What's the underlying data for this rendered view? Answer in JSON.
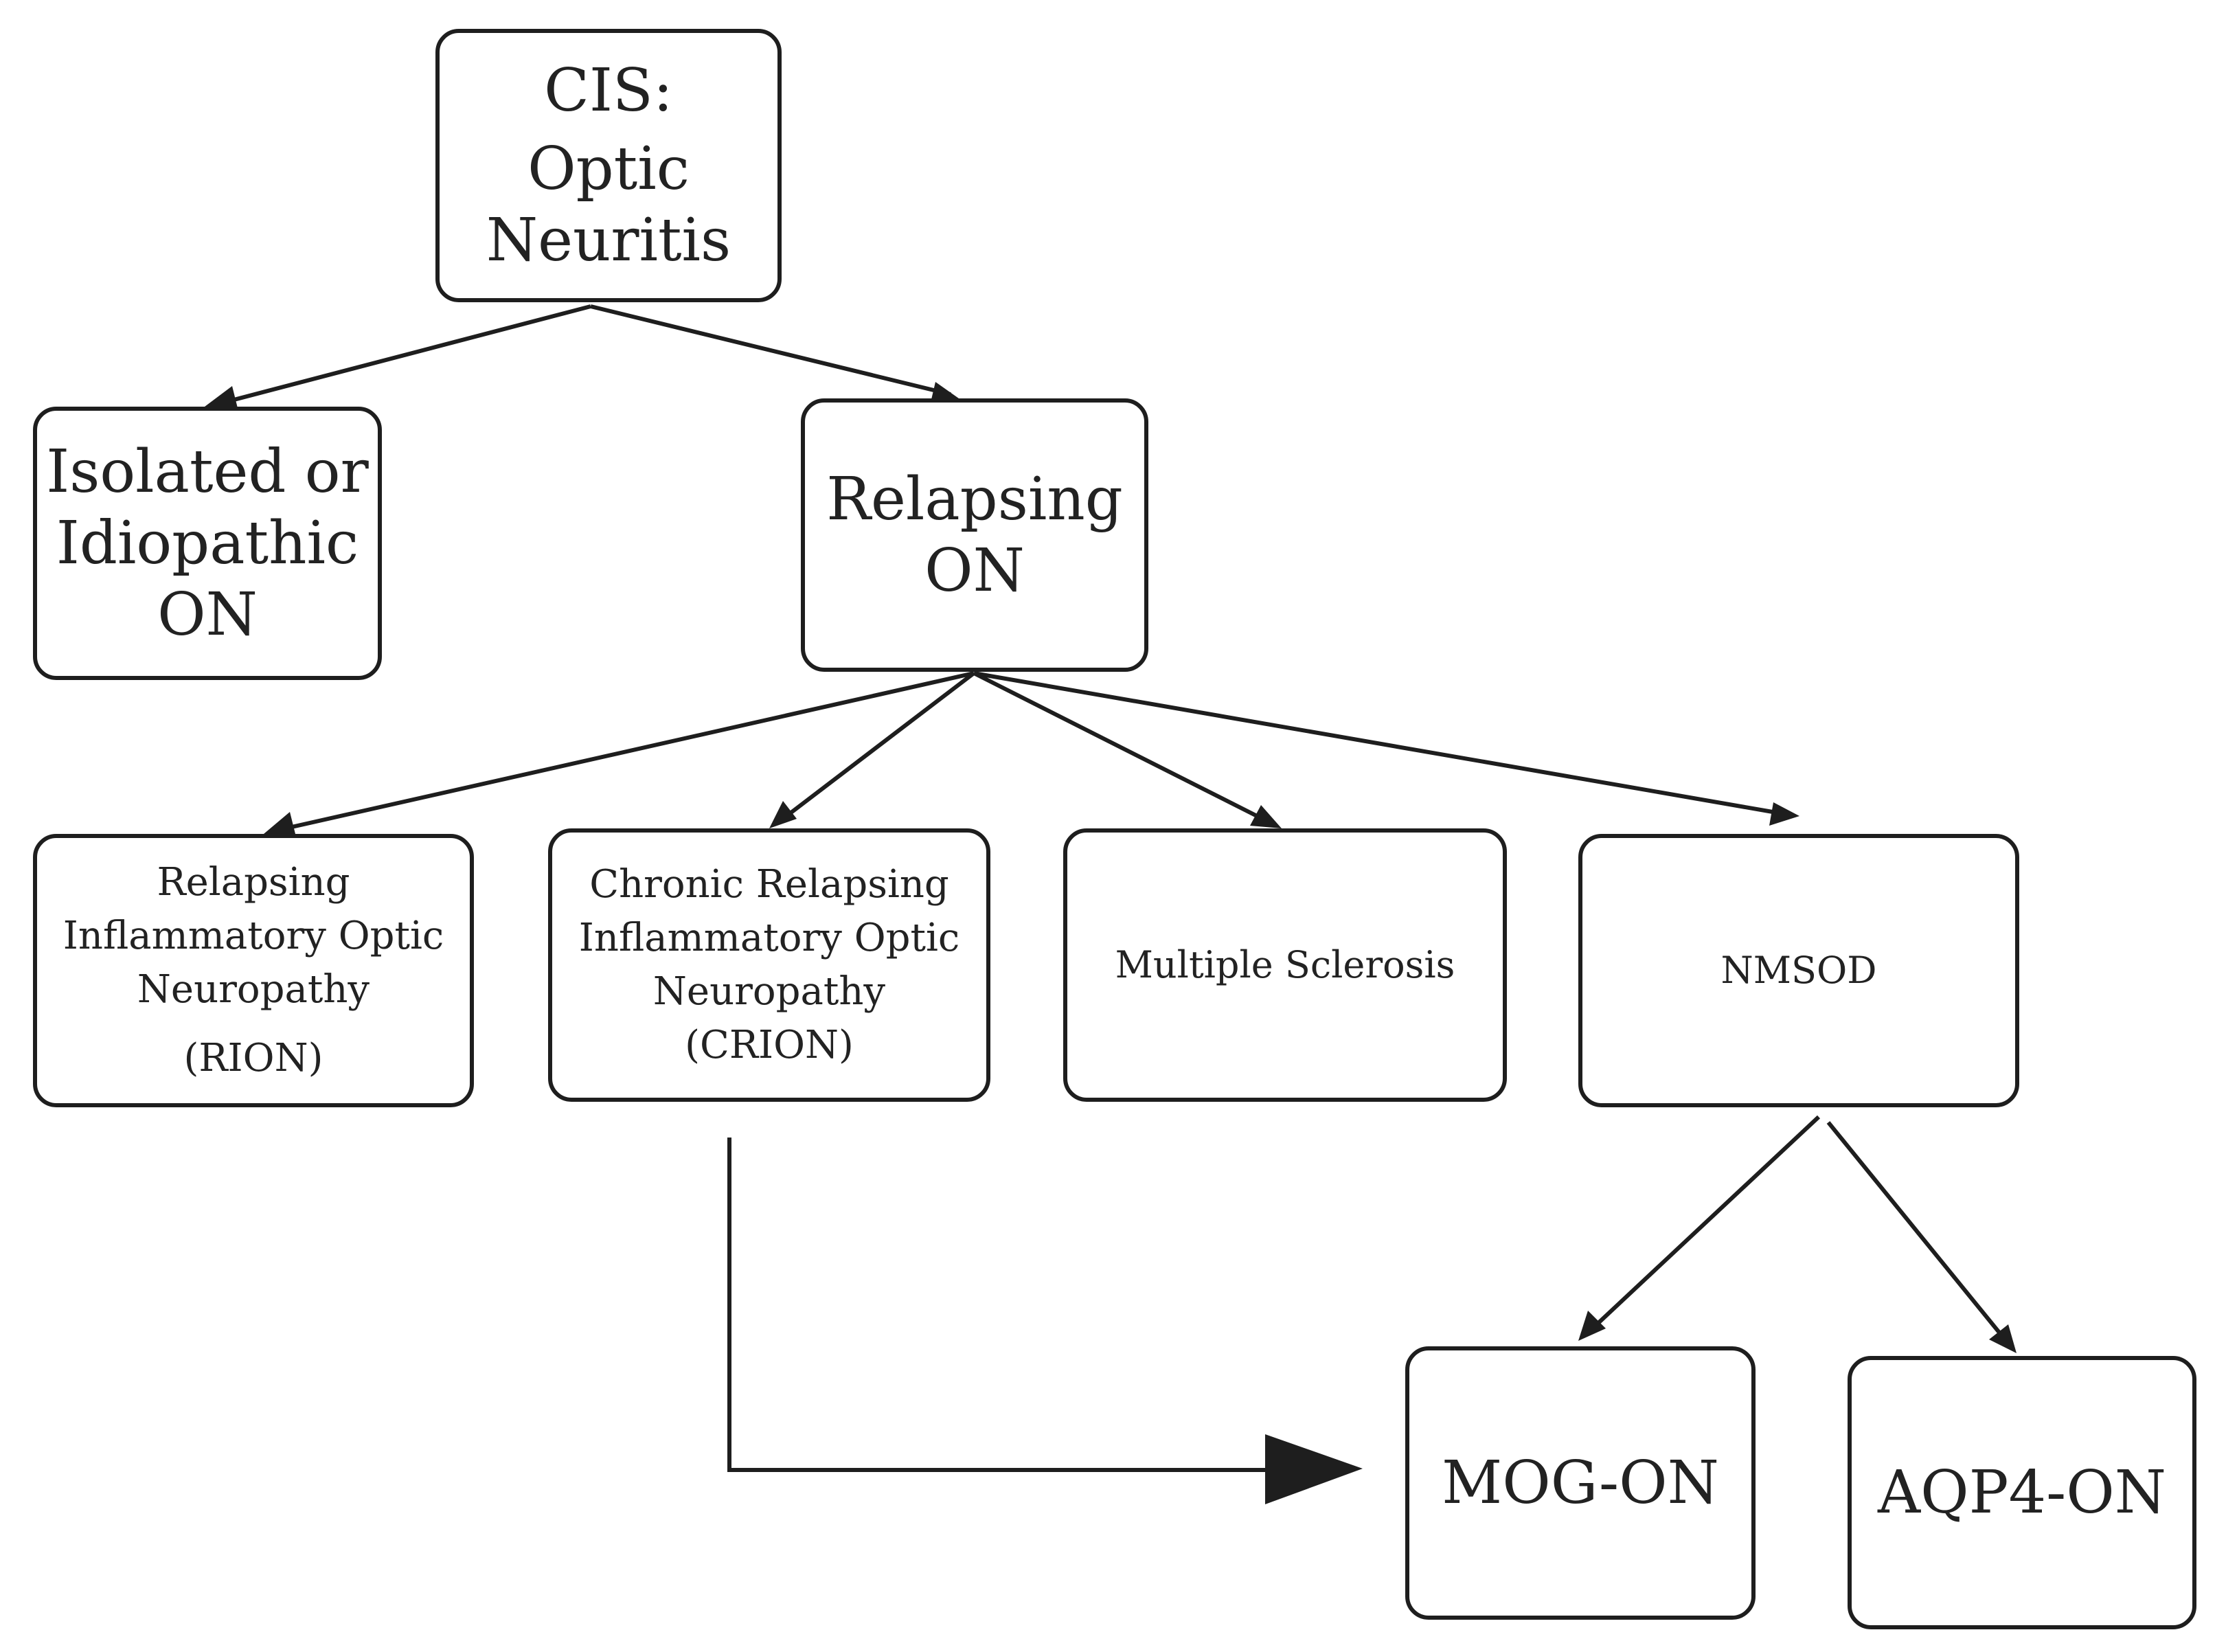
{
  "diagram": {
    "nodes": {
      "cis": {
        "lines": [
          "CIS:",
          "Optic",
          "Neuritis"
        ]
      },
      "isolated": {
        "lines": [
          "Isolated or",
          "Idiopathic",
          "ON"
        ]
      },
      "relapsing": {
        "lines": [
          "Relapsing",
          "ON"
        ]
      },
      "rion": {
        "lines": [
          "Relapsing",
          "Inflammatory Optic",
          "Neuropathy",
          "(RION)"
        ]
      },
      "crion": {
        "lines": [
          "Chronic Relapsing",
          "Inflammatory Optic",
          "Neuropathy",
          "(CRION)"
        ]
      },
      "ms": {
        "lines": [
          "Multiple Sclerosis"
        ]
      },
      "nmsod": {
        "lines": [
          "NMSOD"
        ]
      },
      "mog": {
        "lines": [
          "MOG-ON"
        ]
      },
      "aqp4": {
        "lines": [
          "AQP4-ON"
        ]
      }
    },
    "edges": [
      {
        "from": "cis",
        "to": "isolated"
      },
      {
        "from": "cis",
        "to": "relapsing"
      },
      {
        "from": "relapsing",
        "to": "rion"
      },
      {
        "from": "relapsing",
        "to": "crion"
      },
      {
        "from": "relapsing",
        "to": "ms"
      },
      {
        "from": "relapsing",
        "to": "nmsod"
      },
      {
        "from": "nmsod",
        "to": "mog"
      },
      {
        "from": "nmsod",
        "to": "aqp4"
      },
      {
        "from": "crion",
        "to": "mog"
      }
    ],
    "colors": {
      "stroke": "#1e1e1e",
      "text": "#222222",
      "background": "#ffffff"
    }
  }
}
